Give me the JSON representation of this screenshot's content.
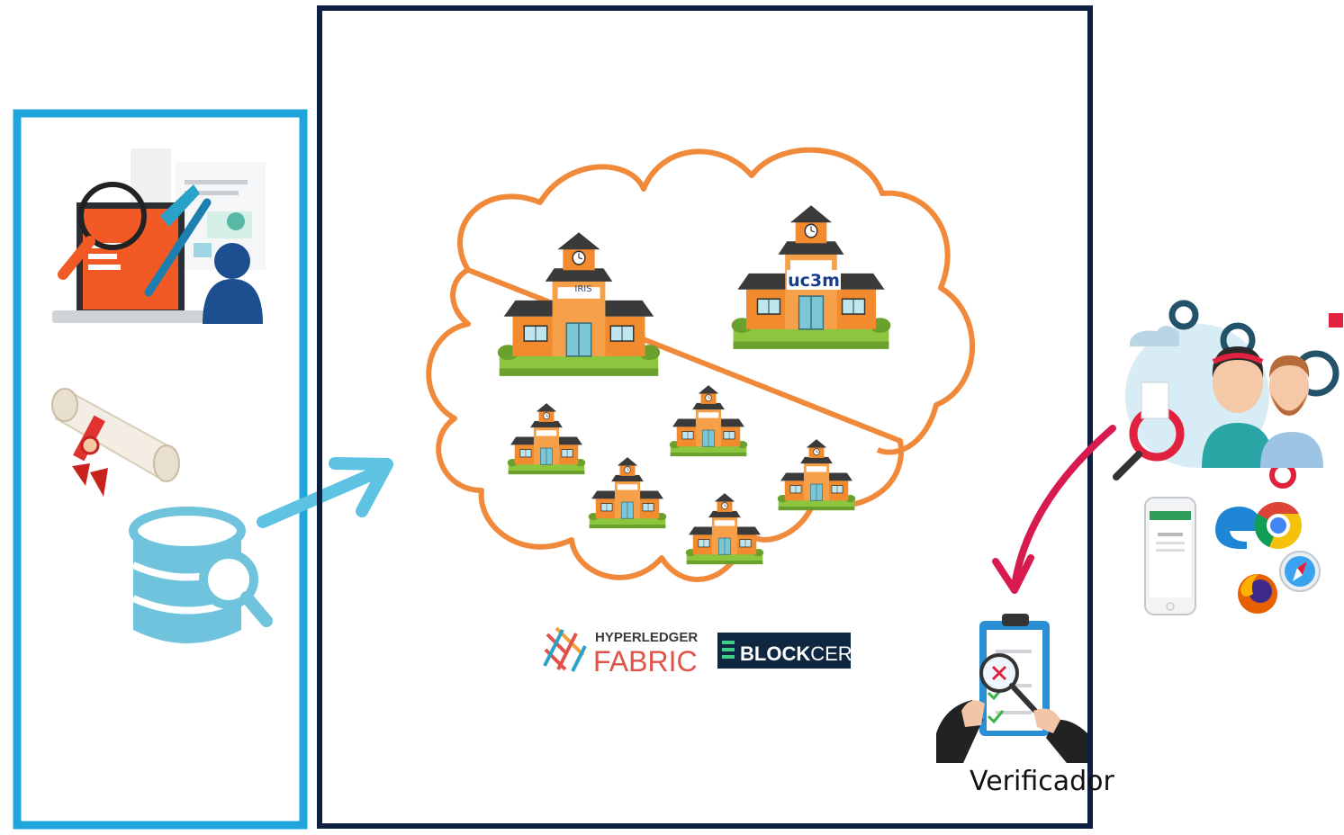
{
  "diagram": {
    "logos": {
      "hyperledger_top": "HYPERLEDGER",
      "hyperledger_bottom": "FABRIC",
      "blockcerts_bold": "BLOCK",
      "blockcerts_light": "CERTS"
    },
    "buildings": {
      "uc3m_sign": "uc3m",
      "iris_sign": "IRIS"
    },
    "verifier_label": "Verificador"
  },
  "colors": {
    "issuer_border": "#1ea6dc",
    "network_border": "#0f1f44",
    "cloud_outline": "#f0893a",
    "arrow_issuer": "#5ec3e3",
    "arrow_verifier": "#d81b4f",
    "database": "#6fc3dd",
    "building_orange": "#f28a2e",
    "roof_dark": "#3a3a3a",
    "grass": "#8cc63f",
    "blockcerts_bg": "#0f2740",
    "hyperledger_red": "#e0524a"
  }
}
